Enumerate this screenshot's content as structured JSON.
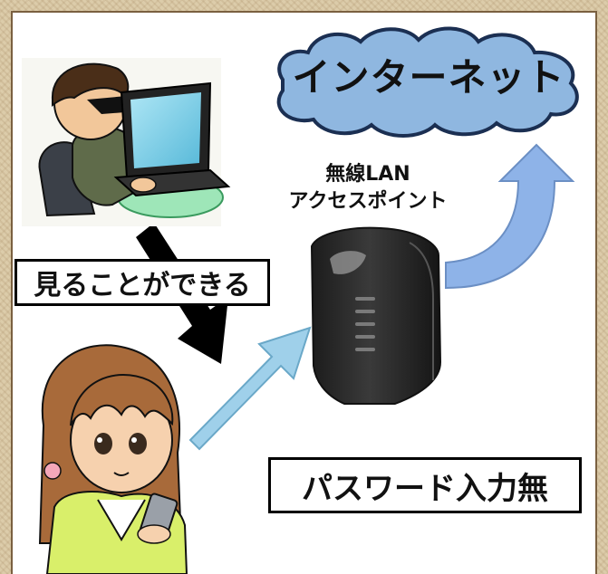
{
  "internet_label": "インターネット",
  "router_label_line1": "無線LAN",
  "router_label_line2": "アクセスポイント",
  "visible_label": "見ることができる",
  "no_password_label": "パスワード入力無",
  "colors": {
    "cloud": "#8fb7e0",
    "uplink_arrow": "#8eb3e8",
    "girl_arrow": "#9fd0ea",
    "snoop_arrow": "#000000",
    "router_body": "#2d2d2d"
  }
}
